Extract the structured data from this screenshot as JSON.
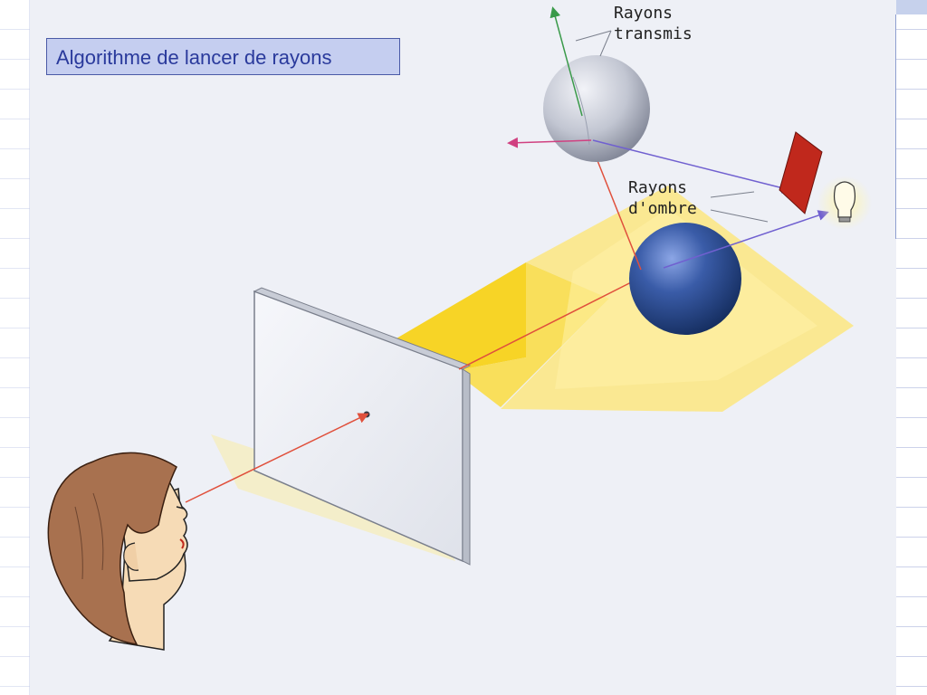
{
  "slide": {
    "title": "Algorithme de lancer de rayons"
  },
  "diagram": {
    "label_transmitted_line1": "Rayons",
    "label_transmitted_line2": "transmis",
    "label_shadow_line1": "Rayons",
    "label_shadow_line2": "d'ombre"
  },
  "colors": {
    "title_background": "#c5cef0",
    "title_border": "#4a5aa6",
    "title_text": "#2a3a9c",
    "primary_ray": "#e0503c",
    "shadow_ray": "#7060d0",
    "transmitted_ray": "#3a9a4a",
    "reflected_ray": "#d04080",
    "light_cone": "#f7d21a",
    "opaque_sphere": "#2b4a8a",
    "transparent_sphere": "#c4c8d4",
    "occluder": "#c0281c"
  },
  "icons": [
    "eye-viewer-face",
    "light-bulb-icon",
    "image-plane",
    "opaque-sphere",
    "transparent-sphere",
    "red-occluder-panel"
  ]
}
